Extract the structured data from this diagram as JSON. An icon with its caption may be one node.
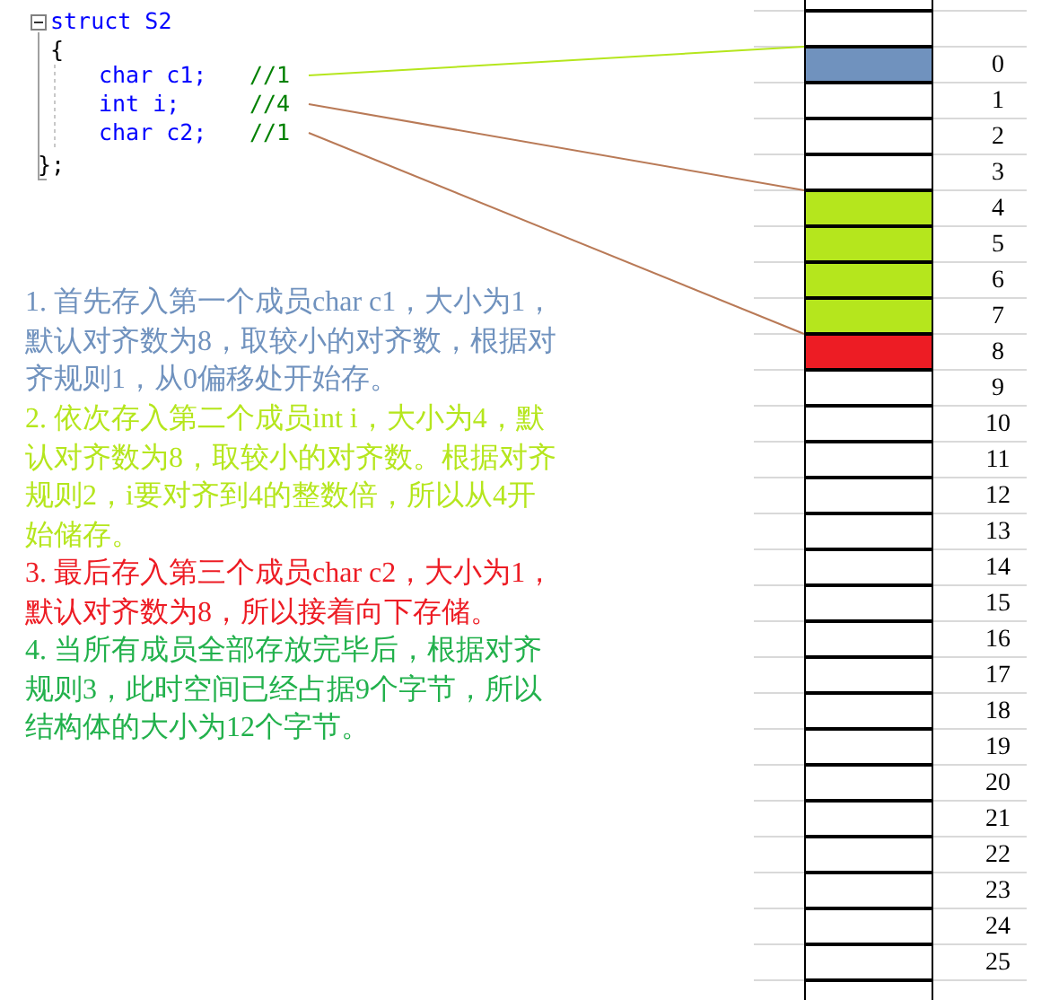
{
  "diagram": {
    "nodes": [
      {
        "text": [
          "char c1;",
          "//1"
        ]
      },
      {
        "text": [
          "int i;",
          "//4"
        ]
      },
      {
        "text": [
          "char c2;",
          "//1"
        ]
      },
      {
        "text": [],
        "shape": "box"
      },
      {
        "text": [],
        "shape": "box"
      },
      {
        "text": [],
        "shape": "box",
        "beside": [
          "0"
        ]
      },
      {
        "text": [],
        "shape": "box",
        "beside": [
          "1"
        ]
      },
      {
        "text": [],
        "shape": "box",
        "beside": [
          "2"
        ]
      },
      {
        "text": [],
        "shape": "box",
        "beside": [
          "3"
        ]
      },
      {
        "text": [],
        "shape": "box",
        "beside": [
          "4"
        ]
      },
      {
        "text": [],
        "shape": "box",
        "beside": [
          "5"
        ]
      },
      {
        "text": [],
        "shape": "box",
        "beside": [
          "6"
        ]
      },
      {
        "text": [],
        "shape": "box",
        "beside": [
          "7"
        ]
      },
      {
        "text": [],
        "shape": "box",
        "beside": [
          "8"
        ]
      },
      {
        "text": [],
        "shape": "box",
        "beside": [
          "9"
        ]
      },
      {
        "text": [],
        "shape": "box",
        "beside": [
          "10"
        ]
      },
      {
        "text": [],
        "shape": "box",
        "beside": [
          "11"
        ]
      },
      {
        "text": [],
        "shape": "box",
        "beside": [
          "12"
        ]
      },
      {
        "text": [],
        "shape": "box",
        "beside": [
          "13"
        ]
      },
      {
        "text": [],
        "shape": "box",
        "beside": [
          "14"
        ]
      },
      {
        "text": [],
        "shape": "box",
        "beside": [
          "15"
        ]
      },
      {
        "text": [],
        "shape": "box",
        "beside": [
          "16"
        ]
      },
      {
        "text": [],
        "shape": "box",
        "beside": [
          "17"
        ]
      },
      {
        "text": [],
        "shape": "box",
        "beside": [
          "18"
        ]
      },
      {
        "text": [],
        "shape": "box",
        "beside": [
          "19"
        ]
      },
      {
        "text": [],
        "shape": "box",
        "beside": [
          "20"
        ]
      },
      {
        "text": [],
        "shape": "box",
        "beside": [
          "21"
        ]
      },
      {
        "text": [],
        "shape": "box",
        "beside": [
          "22"
        ]
      },
      {
        "text": [],
        "shape": "box",
        "beside": [
          "23"
        ]
      },
      {
        "text": [],
        "shape": "box",
        "beside": [
          "24"
        ]
      },
      {
        "text": [],
        "shape": "box",
        "beside": [
          "25"
        ]
      },
      {
        "text": [],
        "shape": "box"
      }
    ],
    "edges": [
      {
        "from": 0,
        "to": 5,
        "arrow": "none",
        "color": "#b5e61d"
      },
      {
        "from": 1,
        "to": 9,
        "arrow": "none",
        "color": "#b97a57"
      },
      {
        "from": 2,
        "to": 13,
        "arrow": "none",
        "color": "#b97a57"
      }
    ],
    "labels": [
      "struct S2",
      "{",
      "};",
      "1. 首先存入第一个成员char c1，大小为1，默认对齐数为8，取较小的对齐数，根据对齐规则1，从0偏移处开始存。",
      "2. 依次存入第二个成员int i，大小为4，默认对齐数为8，取较小的对齐数。根据对齐规则2，i要对齐到4的整数倍，所以从4开始储存。",
      "3. 最后存入第三个成员char c2，大小为1，默认对齐数为8，所以接着向下存储。",
      "4. 当所有成员全部存放完毕后，根据对齐规则3，此时空间已经占据9个字节，所以结构体的大小为12个字节。"
    ]
  }
}
